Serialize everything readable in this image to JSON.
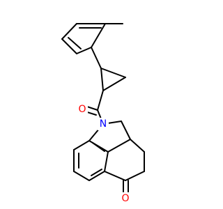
{
  "atoms": [
    {
      "symbol": "O",
      "color": "#ff0000"
    },
    {
      "symbol": "N",
      "color": "#0000ff"
    },
    {
      "symbol": "O",
      "color": "#ff0000"
    }
  ]
}
